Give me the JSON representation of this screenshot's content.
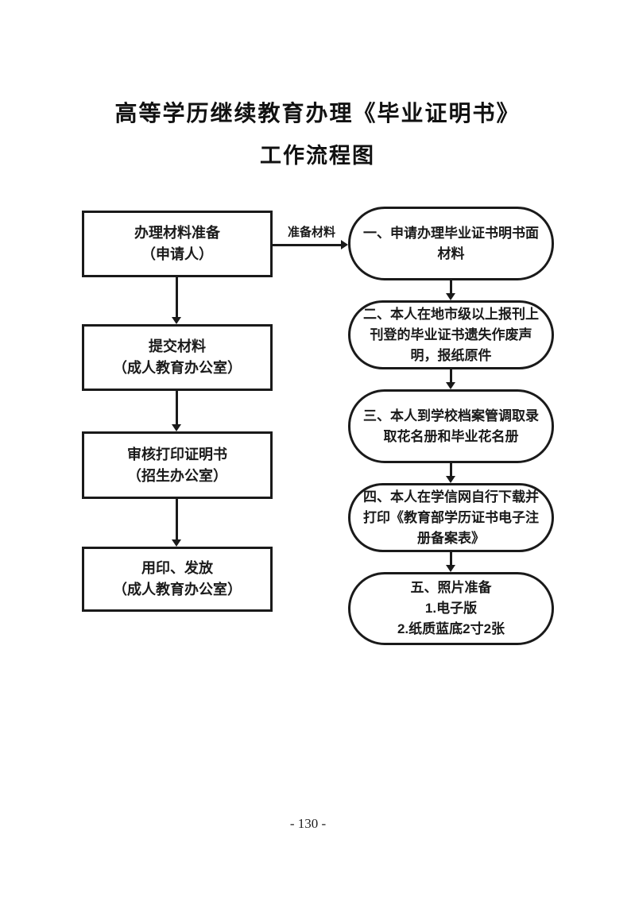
{
  "document": {
    "title_line1": "高等学历继续教育办理《毕业证明书》",
    "title_line2": "工作流程图",
    "page_number": "- 130 -"
  },
  "flowchart": {
    "connector_label": "准备材料",
    "process_steps": [
      {
        "text": "办理材料准备\n（申请人）"
      },
      {
        "text": "提交材料\n（成人教育办公室）"
      },
      {
        "text": "审核打印证明书\n（招生办公室）"
      },
      {
        "text": "用印、发放\n（成人教育办公室）"
      }
    ],
    "material_items": [
      {
        "text": "一、申请办理毕业证书明书面\n材料"
      },
      {
        "text": "二、本人在地市级以上报刊上\n刊登的毕业证书遗失作废声\n明，报纸原件"
      },
      {
        "text": "三、本人到学校档案管调取录\n取花名册和毕业花名册"
      },
      {
        "text": "四、本人在学信网自行下载并\n打印《教育部学历证书电子注\n册备案表》"
      },
      {
        "text": "五、照片准备\n1.电子版\n2.纸质蓝底2寸2张"
      }
    ],
    "ink_color": "#1a1a1a",
    "background_color": "#ffffff"
  }
}
